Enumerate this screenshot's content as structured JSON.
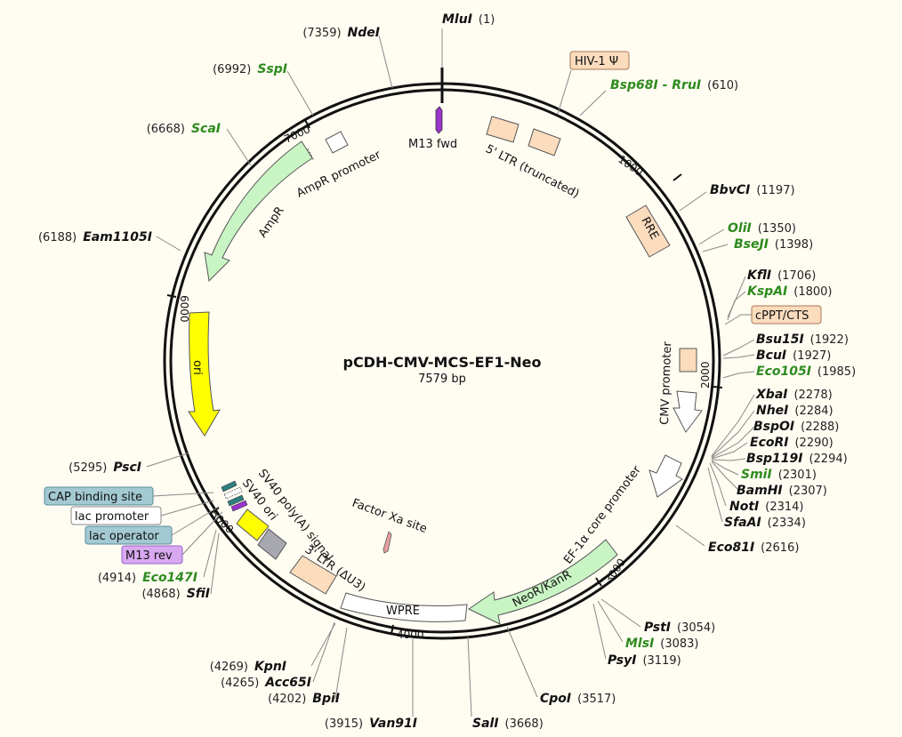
{
  "plasmid": {
    "name": "pCDH-CMV-MCS-EF1-Neo",
    "size_label": "7579 bp",
    "length": 7579
  },
  "colors": {
    "green_enzyme": "#2e8b1e",
    "black_enzyme": "#111111",
    "ltr": "#fbdcbd",
    "resistance": "#c9f5c5",
    "ori": "#ffff00",
    "promoter": "#ffffff"
  },
  "ticks": [
    {
      "pos": 1000,
      "label": "1000"
    },
    {
      "pos": 2000,
      "label": "2000"
    },
    {
      "pos": 3000,
      "label": "3000"
    },
    {
      "pos": 4000,
      "label": "4000"
    },
    {
      "pos": 5000,
      "label": "5000"
    },
    {
      "pos": 6000,
      "label": "6000"
    },
    {
      "pos": 7000,
      "label": "7000"
    }
  ],
  "enzymes": [
    {
      "name": "MluI",
      "pos": "(1)",
      "color": "black"
    },
    {
      "name": "Bsp68I - RruI",
      "pos": "(610)",
      "color": "green"
    },
    {
      "name": "BbvCI",
      "pos": "(1197)",
      "color": "black"
    },
    {
      "name": "OliI",
      "pos": "(1350)",
      "color": "green"
    },
    {
      "name": "BseJI",
      "pos": "(1398)",
      "color": "green"
    },
    {
      "name": "KflI",
      "pos": "(1706)",
      "color": "black"
    },
    {
      "name": "KspAI",
      "pos": "(1800)",
      "color": "green"
    },
    {
      "name": "Bsu15I",
      "pos": "(1922)",
      "color": "black"
    },
    {
      "name": "BcuI",
      "pos": "(1927)",
      "color": "black"
    },
    {
      "name": "Eco105I",
      "pos": "(1985)",
      "color": "green"
    },
    {
      "name": "XbaI",
      "pos": "(2278)",
      "color": "black"
    },
    {
      "name": "NheI",
      "pos": "(2284)",
      "color": "black"
    },
    {
      "name": "BspOI",
      "pos": "(2288)",
      "color": "black"
    },
    {
      "name": "EcoRI",
      "pos": "(2290)",
      "color": "black"
    },
    {
      "name": "Bsp119I",
      "pos": "(2294)",
      "color": "black"
    },
    {
      "name": "SmiI",
      "pos": "(2301)",
      "color": "green"
    },
    {
      "name": "BamHI",
      "pos": "(2307)",
      "color": "black"
    },
    {
      "name": "NotI",
      "pos": "(2314)",
      "color": "black"
    },
    {
      "name": "SfaAI",
      "pos": "(2334)",
      "color": "black"
    },
    {
      "name": "Eco81I",
      "pos": "(2616)",
      "color": "black"
    },
    {
      "name": "PstI",
      "pos": "(3054)",
      "color": "black"
    },
    {
      "name": "MlsI",
      "pos": "(3083)",
      "color": "green"
    },
    {
      "name": "PsyI",
      "pos": "(3119)",
      "color": "black"
    },
    {
      "name": "CpoI",
      "pos": "(3517)",
      "color": "black"
    },
    {
      "name": "SalI",
      "pos": "(3668)",
      "color": "black"
    },
    {
      "name": "Van91I",
      "pos": "(3915)",
      "color": "black"
    },
    {
      "name": "BpiI",
      "pos": "(4202)",
      "color": "black"
    },
    {
      "name": "KpnI",
      "pos": "(4269)",
      "color": "black"
    },
    {
      "name": "Acc65I",
      "pos": "(4265)",
      "color": "black"
    },
    {
      "name": "SfiI",
      "pos": "(4868)",
      "color": "black"
    },
    {
      "name": "Eco147I",
      "pos": "(4914)",
      "color": "green"
    },
    {
      "name": "PscI",
      "pos": "(5295)",
      "color": "black"
    },
    {
      "name": "Eam1105I",
      "pos": "(6188)",
      "color": "black"
    },
    {
      "name": "ScaI",
      "pos": "(6668)",
      "color": "green"
    },
    {
      "name": "SspI",
      "pos": "(6992)",
      "color": "green"
    },
    {
      "name": "NdeI",
      "pos": "(7359)",
      "color": "black"
    }
  ],
  "features": [
    {
      "label": "M13 fwd"
    },
    {
      "label": "5' LTR (truncated)"
    },
    {
      "label": "RRE"
    },
    {
      "label": "CMV promoter"
    },
    {
      "label": "EF-1α core promoter"
    },
    {
      "label": "NeoR/KanR"
    },
    {
      "label": "WPRE"
    },
    {
      "label": "3' LTR (ΔU3)"
    },
    {
      "label": "Factor Xa site"
    },
    {
      "label": "SV40 poly(A) signal"
    },
    {
      "label": "SV40 ori"
    },
    {
      "label": "ori"
    },
    {
      "label": "AmpR"
    },
    {
      "label": "AmpR promoter"
    }
  ],
  "boxes": [
    {
      "label": "HIV-1 Ψ"
    },
    {
      "label": "cPPT/CTS"
    },
    {
      "label": "CAP binding site"
    },
    {
      "label": "lac promoter"
    },
    {
      "label": "lac operator"
    },
    {
      "label": "M13 rev"
    }
  ]
}
